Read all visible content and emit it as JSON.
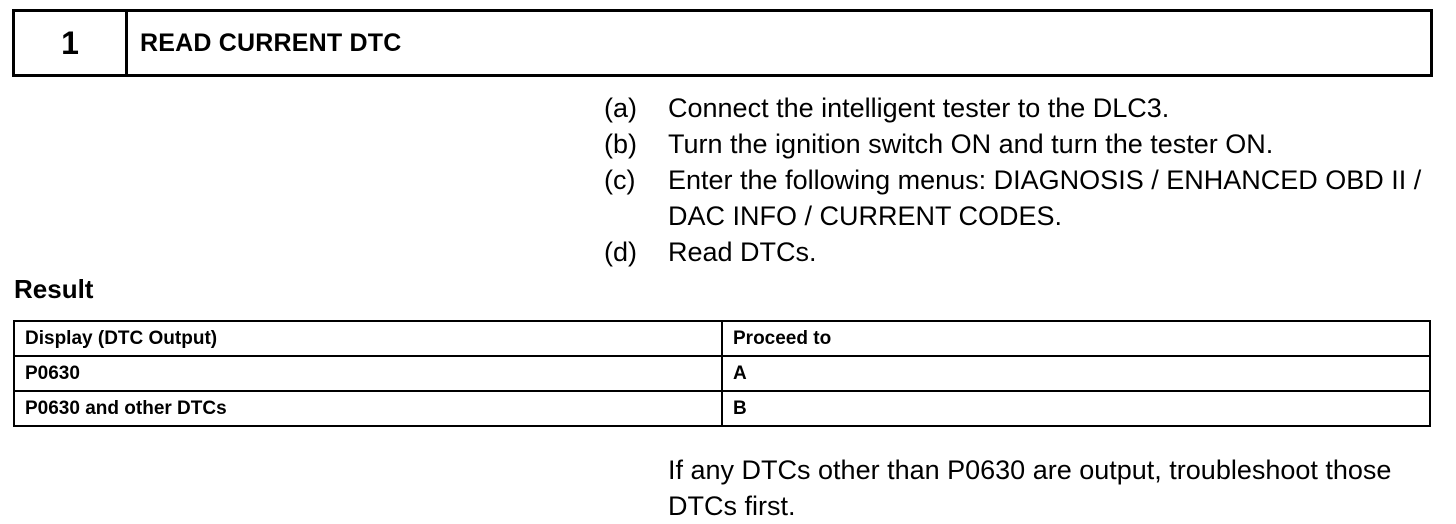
{
  "step": {
    "number": "1",
    "title": "READ CURRENT DTC"
  },
  "procedure": [
    {
      "letter": "(a)",
      "text": "Connect the intelligent tester to the DLC3."
    },
    {
      "letter": "(b)",
      "text": "Turn the ignition switch ON and turn the tester ON."
    },
    {
      "letter": "(c)",
      "text": "Enter the following menus: DIAGNOSIS / ENHANCED OBD II / DAC INFO / CURRENT CODES."
    },
    {
      "letter": "(d)",
      "text": "Read DTCs."
    }
  ],
  "result": {
    "heading": "Result",
    "columns": [
      "Display (DTC Output)",
      "Proceed to"
    ],
    "rows": [
      [
        "P0630",
        "A"
      ],
      [
        "P0630 and other DTCs",
        "B"
      ]
    ]
  },
  "note": "If any DTCs other than P0630 are output, troubleshoot those DTCs first."
}
